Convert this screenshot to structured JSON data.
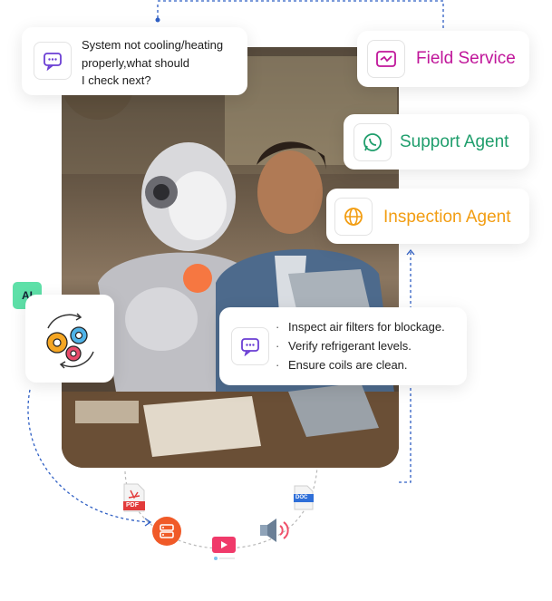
{
  "query_card": {
    "line1": "System not cooling/heating",
    "line2": "properly,what should",
    "line3": "I check next?",
    "icon": "chat-icon"
  },
  "agents": [
    {
      "label": "Field Service",
      "color": "#c0169a",
      "icon": "field-service-icon"
    },
    {
      "label": "Support Agent",
      "color": "#1f9e6c",
      "icon": "whatsapp-icon"
    },
    {
      "label": "Inspection Agent",
      "color": "#f29d12",
      "icon": "globe-icon"
    }
  ],
  "ai_badge": {
    "label": "AI",
    "color": "#5ee0a8"
  },
  "gears_icon": "gears-icon",
  "answer_card": {
    "icon": "chat-icon",
    "items": [
      "Inspect air filters for blockage.",
      "Verify refrigerant levels.",
      "Ensure coils are clean."
    ]
  },
  "files": {
    "pdf_label": "PDF",
    "doc_label": "DOC",
    "icons": [
      "pdf-file-icon",
      "database-icon",
      "video-icon",
      "speaker-icon",
      "doc-file-icon"
    ]
  },
  "photo": {
    "description_icon": "robot-and-man-photo"
  }
}
